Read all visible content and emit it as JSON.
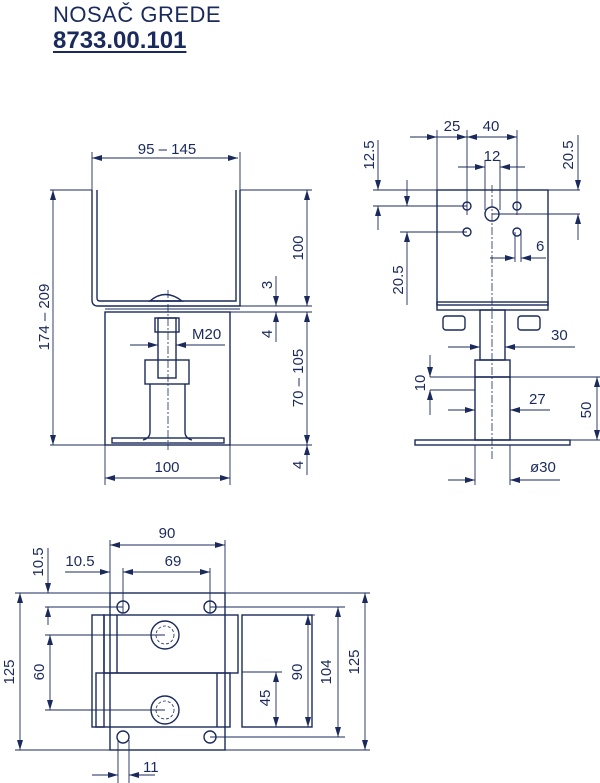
{
  "header": {
    "title": "NOSAČ GREDE",
    "code": "8733.00.101"
  },
  "colors": {
    "ink": "#1b2a5c",
    "background": "#ffffff"
  },
  "front_view": {
    "width_range": "95 – 145",
    "height_range": "174 – 209",
    "channel_height": "100",
    "channel_thickness": "3",
    "plate_thickness_top": "4",
    "adjust_range": "70 – 105",
    "plate_thickness_bottom": "4",
    "thread": "M20",
    "base_width": "100"
  },
  "side_view": {
    "offset_25": "25",
    "hole_spacing_40": "40",
    "slot_12": "12",
    "edge_12_5": "12.5",
    "edge_20_5_right": "20.5",
    "hole_spacing_20_5": "20.5",
    "hole_dia_6": "6",
    "nut_30": "30",
    "nut_height_10": "10",
    "tube_27": "27",
    "tube_height_50": "50",
    "tube_dia": "ø30"
  },
  "top_view": {
    "width_90": "90",
    "hole_spacing_69": "69",
    "edge_10_5_h": "10.5",
    "edge_10_5_v": "10.5",
    "total_125_left": "125",
    "bolt_spacing_60": "60",
    "dim_45": "45",
    "dim_90": "90",
    "dim_104": "104",
    "total_125_right": "125",
    "hole_dia_11": "11"
  }
}
